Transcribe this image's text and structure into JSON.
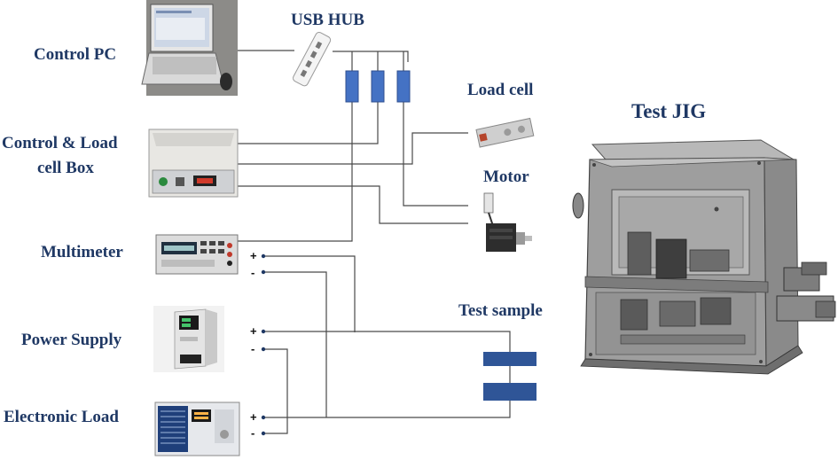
{
  "labels": {
    "control_pc": "Control PC",
    "control_box_line1": "Control & Load",
    "control_box_line2": "cell Box",
    "multimeter": "Multimeter",
    "power_supply": "Power Supply",
    "electronic_load": "Electronic Load",
    "usb_hub": "USB HUB",
    "load_cell": "Load cell",
    "motor": "Motor",
    "test_sample": "Test sample",
    "test_jig": "Test JIG"
  },
  "terminals": {
    "plus": "+",
    "minus": "-"
  },
  "colors": {
    "label": "#1f3864",
    "usb_block": "#4472c4",
    "sample_plate": "#2f5597"
  },
  "icons": {
    "control_pc": "laptop-photo",
    "control_box": "instrument-box-photo",
    "multimeter": "multimeter-photo",
    "power_supply": "power-supply-photo",
    "electronic_load": "electronic-load-photo",
    "usb_hub": "usb-hub-photo",
    "load_cell": "load-cell-photo",
    "motor": "stepper-motor-photo",
    "test_jig": "test-jig-render"
  }
}
